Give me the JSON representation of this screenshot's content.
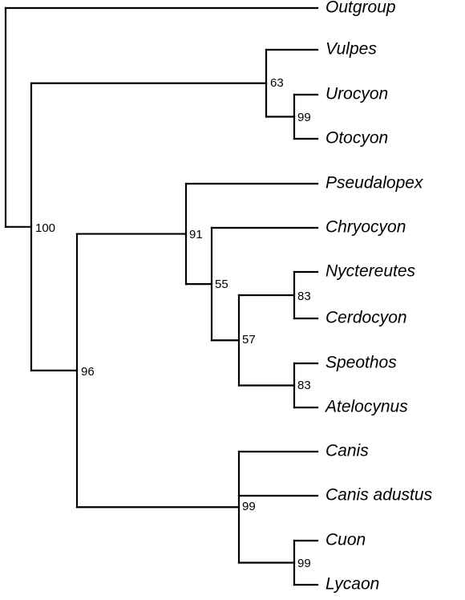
{
  "tree": {
    "id": "root",
    "children": [
      {
        "id": "outgroup",
        "label": "Outgroup"
      },
      {
        "id": "ingroup",
        "support": "100",
        "children": [
          {
            "id": "vulpes-clade",
            "support": "63",
            "children": [
              {
                "id": "vulpes",
                "label": "Vulpes"
              },
              {
                "id": "urocyon-otocyon",
                "support": "99",
                "children": [
                  {
                    "id": "urocyon",
                    "label": "Urocyon"
                  },
                  {
                    "id": "otocyon",
                    "label": "Otocyon"
                  }
                ]
              }
            ]
          },
          {
            "id": "canini-clade",
            "support": "96",
            "children": [
              {
                "id": "south-american-clade",
                "support": "91",
                "children": [
                  {
                    "id": "pseudalopex",
                    "label": "Pseudalopex"
                  },
                  {
                    "id": "chryocyon-clade",
                    "support": "55",
                    "children": [
                      {
                        "id": "chryocyon",
                        "label": "Chryocyon"
                      },
                      {
                        "id": "nyctereutes-speothos",
                        "support": "57",
                        "children": [
                          {
                            "id": "nyctereutes-cerdocyon",
                            "support": "83",
                            "children": [
                              {
                                "id": "nyctereutes",
                                "label": "Nyctereutes"
                              },
                              {
                                "id": "cerdocyon",
                                "label": "Cerdocyon"
                              }
                            ]
                          },
                          {
                            "id": "speothos-atelocynus",
                            "support": "83",
                            "children": [
                              {
                                "id": "speothos",
                                "label": "Speothos"
                              },
                              {
                                "id": "atelocynus",
                                "label": "Atelocynus"
                              }
                            ]
                          }
                        ]
                      }
                    ]
                  }
                ]
              },
              {
                "id": "canis-clade",
                "support": "99",
                "children": [
                  {
                    "id": "canis",
                    "label": "Canis"
                  },
                  {
                    "id": "canis-adustus",
                    "label": "Canis adustus"
                  },
                  {
                    "id": "cuon-lycaon",
                    "support": "99",
                    "children": [
                      {
                        "id": "cuon",
                        "label": "Cuon"
                      },
                      {
                        "id": "lycaon",
                        "label": "Lycaon"
                      }
                    ]
                  }
                ]
              }
            ]
          }
        ]
      }
    ]
  }
}
